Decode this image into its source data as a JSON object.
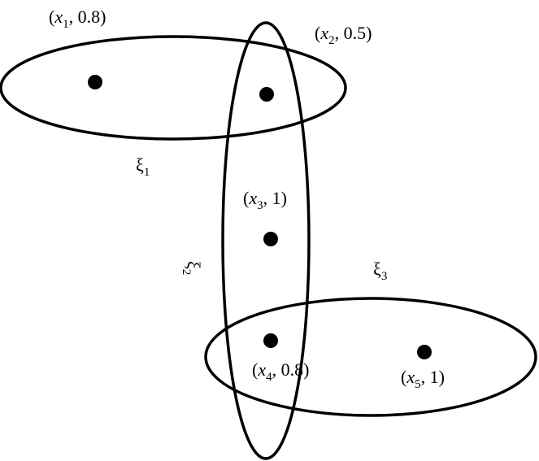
{
  "vertices": [
    {
      "id": "x1",
      "var": "x",
      "index": "1",
      "value": "0.8"
    },
    {
      "id": "x2",
      "var": "x",
      "index": "2",
      "value": "0.5"
    },
    {
      "id": "x3",
      "var": "x",
      "index": "3",
      "value": "1"
    },
    {
      "id": "x4",
      "var": "x",
      "index": "4",
      "value": "0.8"
    },
    {
      "id": "x5",
      "var": "x",
      "index": "5",
      "value": "1"
    }
  ],
  "edges": [
    {
      "id": "xi1",
      "symbol": "ξ",
      "index": "1",
      "members": [
        "x1",
        "x2"
      ]
    },
    {
      "id": "xi2",
      "symbol": "ξ",
      "index": "2",
      "members": [
        "x2",
        "x3",
        "x4"
      ]
    },
    {
      "id": "xi3",
      "symbol": "ξ",
      "index": "3",
      "members": [
        "x4",
        "x5"
      ]
    }
  ],
  "punct": {
    "open": "(",
    "comma": ", ",
    "close": ")"
  },
  "colors": {
    "stroke": "#000000",
    "background": "#ffffff"
  }
}
